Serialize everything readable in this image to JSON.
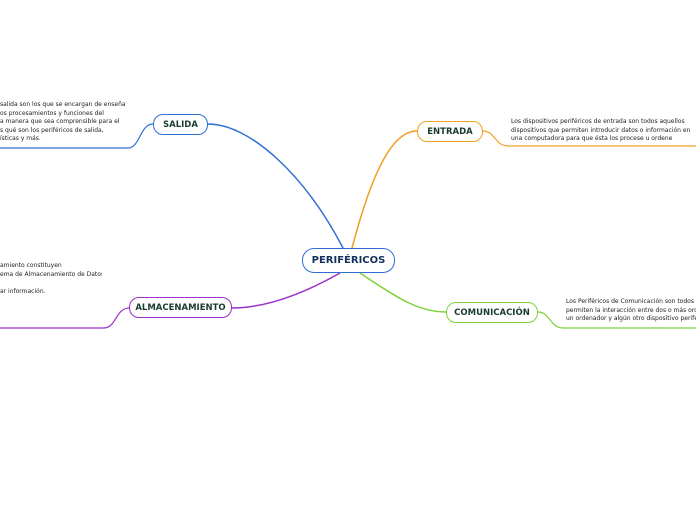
{
  "central": {
    "label": "PERIFÉRICOS",
    "color": "#2f6fd1"
  },
  "branches": [
    {
      "key": "salida",
      "label": "SALIDA",
      "color": "#2f6fd1",
      "note": "salida son los que se encargan de enseñar\nos procesamientos y funciones del\na manera que sea comprensible para el\ns qué son los periféricos de salida,\nísticas y más."
    },
    {
      "key": "entrada",
      "label": "ENTRADA",
      "color": "#f0a020",
      "note": "Los dispositivos periféricos de entrada son todos aquellos\ndispositivos que permiten introducir datos o información en\nuna computadora para que ésta los procese u ordene"
    },
    {
      "key": "almacenamiento",
      "label": "ALMACENAMIENTO",
      "color": "#9b2fc9",
      "note": "amiento constituyen\nema de Almacenamiento de Datos\n\nar información."
    },
    {
      "key": "comunicacion",
      "label": "COMUNICACIÓN",
      "color": "#7ed23a",
      "note": "Los Periféricos de Comunicación son todos aq\npermiten la interacción entre dos o más orden\nun ordenador y algún otro dispositivo periféric"
    }
  ]
}
